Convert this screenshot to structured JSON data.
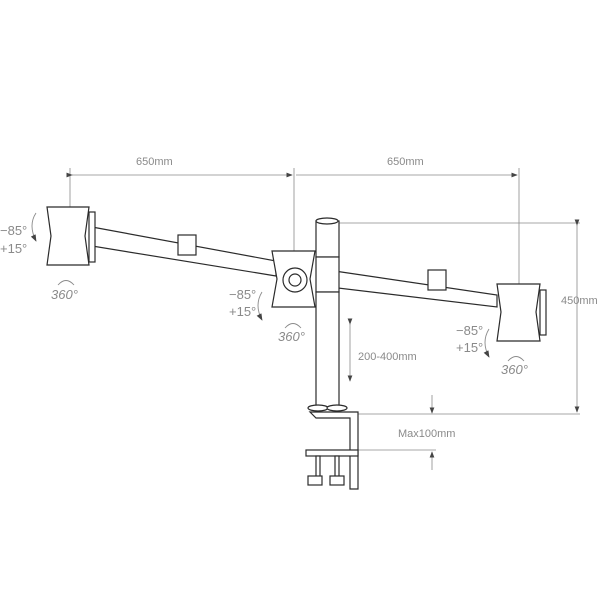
{
  "colors": {
    "line": "#2b2b2b",
    "dimension": "#8a8a8a"
  },
  "dimensions": {
    "left_arm_width": "650mm",
    "right_arm_width": "650mm",
    "total_height": "450mm",
    "height_adjust": "200-400mm",
    "clamp_max": "Max100mm"
  },
  "mounts": [
    {
      "tilt_up": "−85°",
      "tilt_down": "+15°",
      "rotation": "360°"
    },
    {
      "tilt_up": "−85°",
      "tilt_down": "+15°",
      "rotation": "360°"
    },
    {
      "tilt_up": "−85°",
      "tilt_down": "+15°",
      "rotation": "360°"
    }
  ]
}
